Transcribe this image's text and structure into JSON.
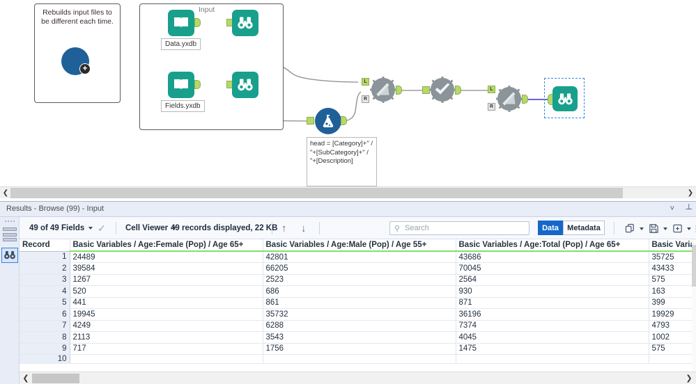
{
  "canvas": {
    "comment_note": {
      "text": "Rebuilds input files to be different each time.",
      "tool_icon": "filled-circle-tool"
    },
    "container": {
      "label": "Input"
    },
    "tools": [
      {
        "name": "input-data-tool-1",
        "icon": "book-icon",
        "label": "Data.yxdb"
      },
      {
        "name": "browse-tool-1",
        "icon": "binoculars-icon",
        "label": ""
      },
      {
        "name": "input-data-tool-2",
        "icon": "book-icon",
        "label": "Fields.yxdb"
      },
      {
        "name": "browse-tool-2",
        "icon": "binoculars-icon",
        "label": ""
      },
      {
        "name": "formula-tool",
        "icon": "flask-icon",
        "label": ""
      },
      {
        "name": "join-tool-1",
        "icon": "gear-join-icon",
        "label": ""
      },
      {
        "name": "filter-tool",
        "icon": "gear-check-icon",
        "label": ""
      },
      {
        "name": "join-tool-2",
        "icon": "gear-join-icon",
        "label": ""
      },
      {
        "name": "browse-tool-3",
        "icon": "binoculars-icon",
        "label": ""
      }
    ],
    "formula_note": "head = [Category]+\" / \"+[SubCategory]+\" / \"+[Description]",
    "anchor_labels": {
      "left": "L",
      "right": "R"
    }
  },
  "results": {
    "title": "Results - Browse (99) - Input",
    "chevron_icon": "chevron-down-icon",
    "pin_icon": "pin-icon",
    "rail": {
      "records_icon": "records-icon",
      "browse_icon": "binoculars-icon"
    },
    "toolbar": {
      "fields_label": "49 of 49 Fields",
      "fields_caret_icon": "caret-down-icon",
      "check_icon": "check-icon",
      "cell_viewer_label": "Cell Viewer",
      "cell_viewer_caret_icon": "caret-down-icon",
      "records_label": "49 records displayed, 22 KB",
      "up_icon": "arrow-up-icon",
      "down_icon": "arrow-down-icon",
      "search_placeholder": "Search",
      "search_value": "",
      "search_icon": "search-icon",
      "data_label": "Data",
      "metadata_label": "Metadata",
      "copy_icon": "copy-icon",
      "save_icon": "save-icon",
      "add_icon": "add-box-icon",
      "menu_icon": "hamburger-menu-icon",
      "accent_color": "#1667c9"
    },
    "table": {
      "headers": [
        "Record",
        "Basic Variables / Age:Female (Pop) / Age 65+",
        "Basic Variables / Age:Male (Pop) / Age 55+",
        "Basic Variables / Age:Total (Pop) / Age 65+",
        "Basic Variables / Age:Total (Pop) / Age"
      ],
      "rows": [
        [
          "1",
          "24489",
          "42801",
          "43686",
          "35725"
        ],
        [
          "2",
          "39584",
          "66205",
          "70045",
          "43433"
        ],
        [
          "3",
          "1267",
          "2523",
          "2564",
          "575"
        ],
        [
          "4",
          "520",
          "686",
          "930",
          "163"
        ],
        [
          "5",
          "441",
          "861",
          "871",
          "399"
        ],
        [
          "6",
          "19945",
          "35732",
          "36196",
          "19929"
        ],
        [
          "7",
          "4249",
          "6288",
          "7374",
          "4793"
        ],
        [
          "8",
          "2113",
          "3543",
          "4045",
          "1002"
        ],
        [
          "9",
          "717",
          "1756",
          "1475",
          "575"
        ],
        [
          "10",
          "",
          "",
          "",
          ""
        ]
      ]
    },
    "scroll": {
      "left_arrow_icon": "chevron-left-icon",
      "right_arrow_icon": "chevron-right-icon"
    }
  }
}
